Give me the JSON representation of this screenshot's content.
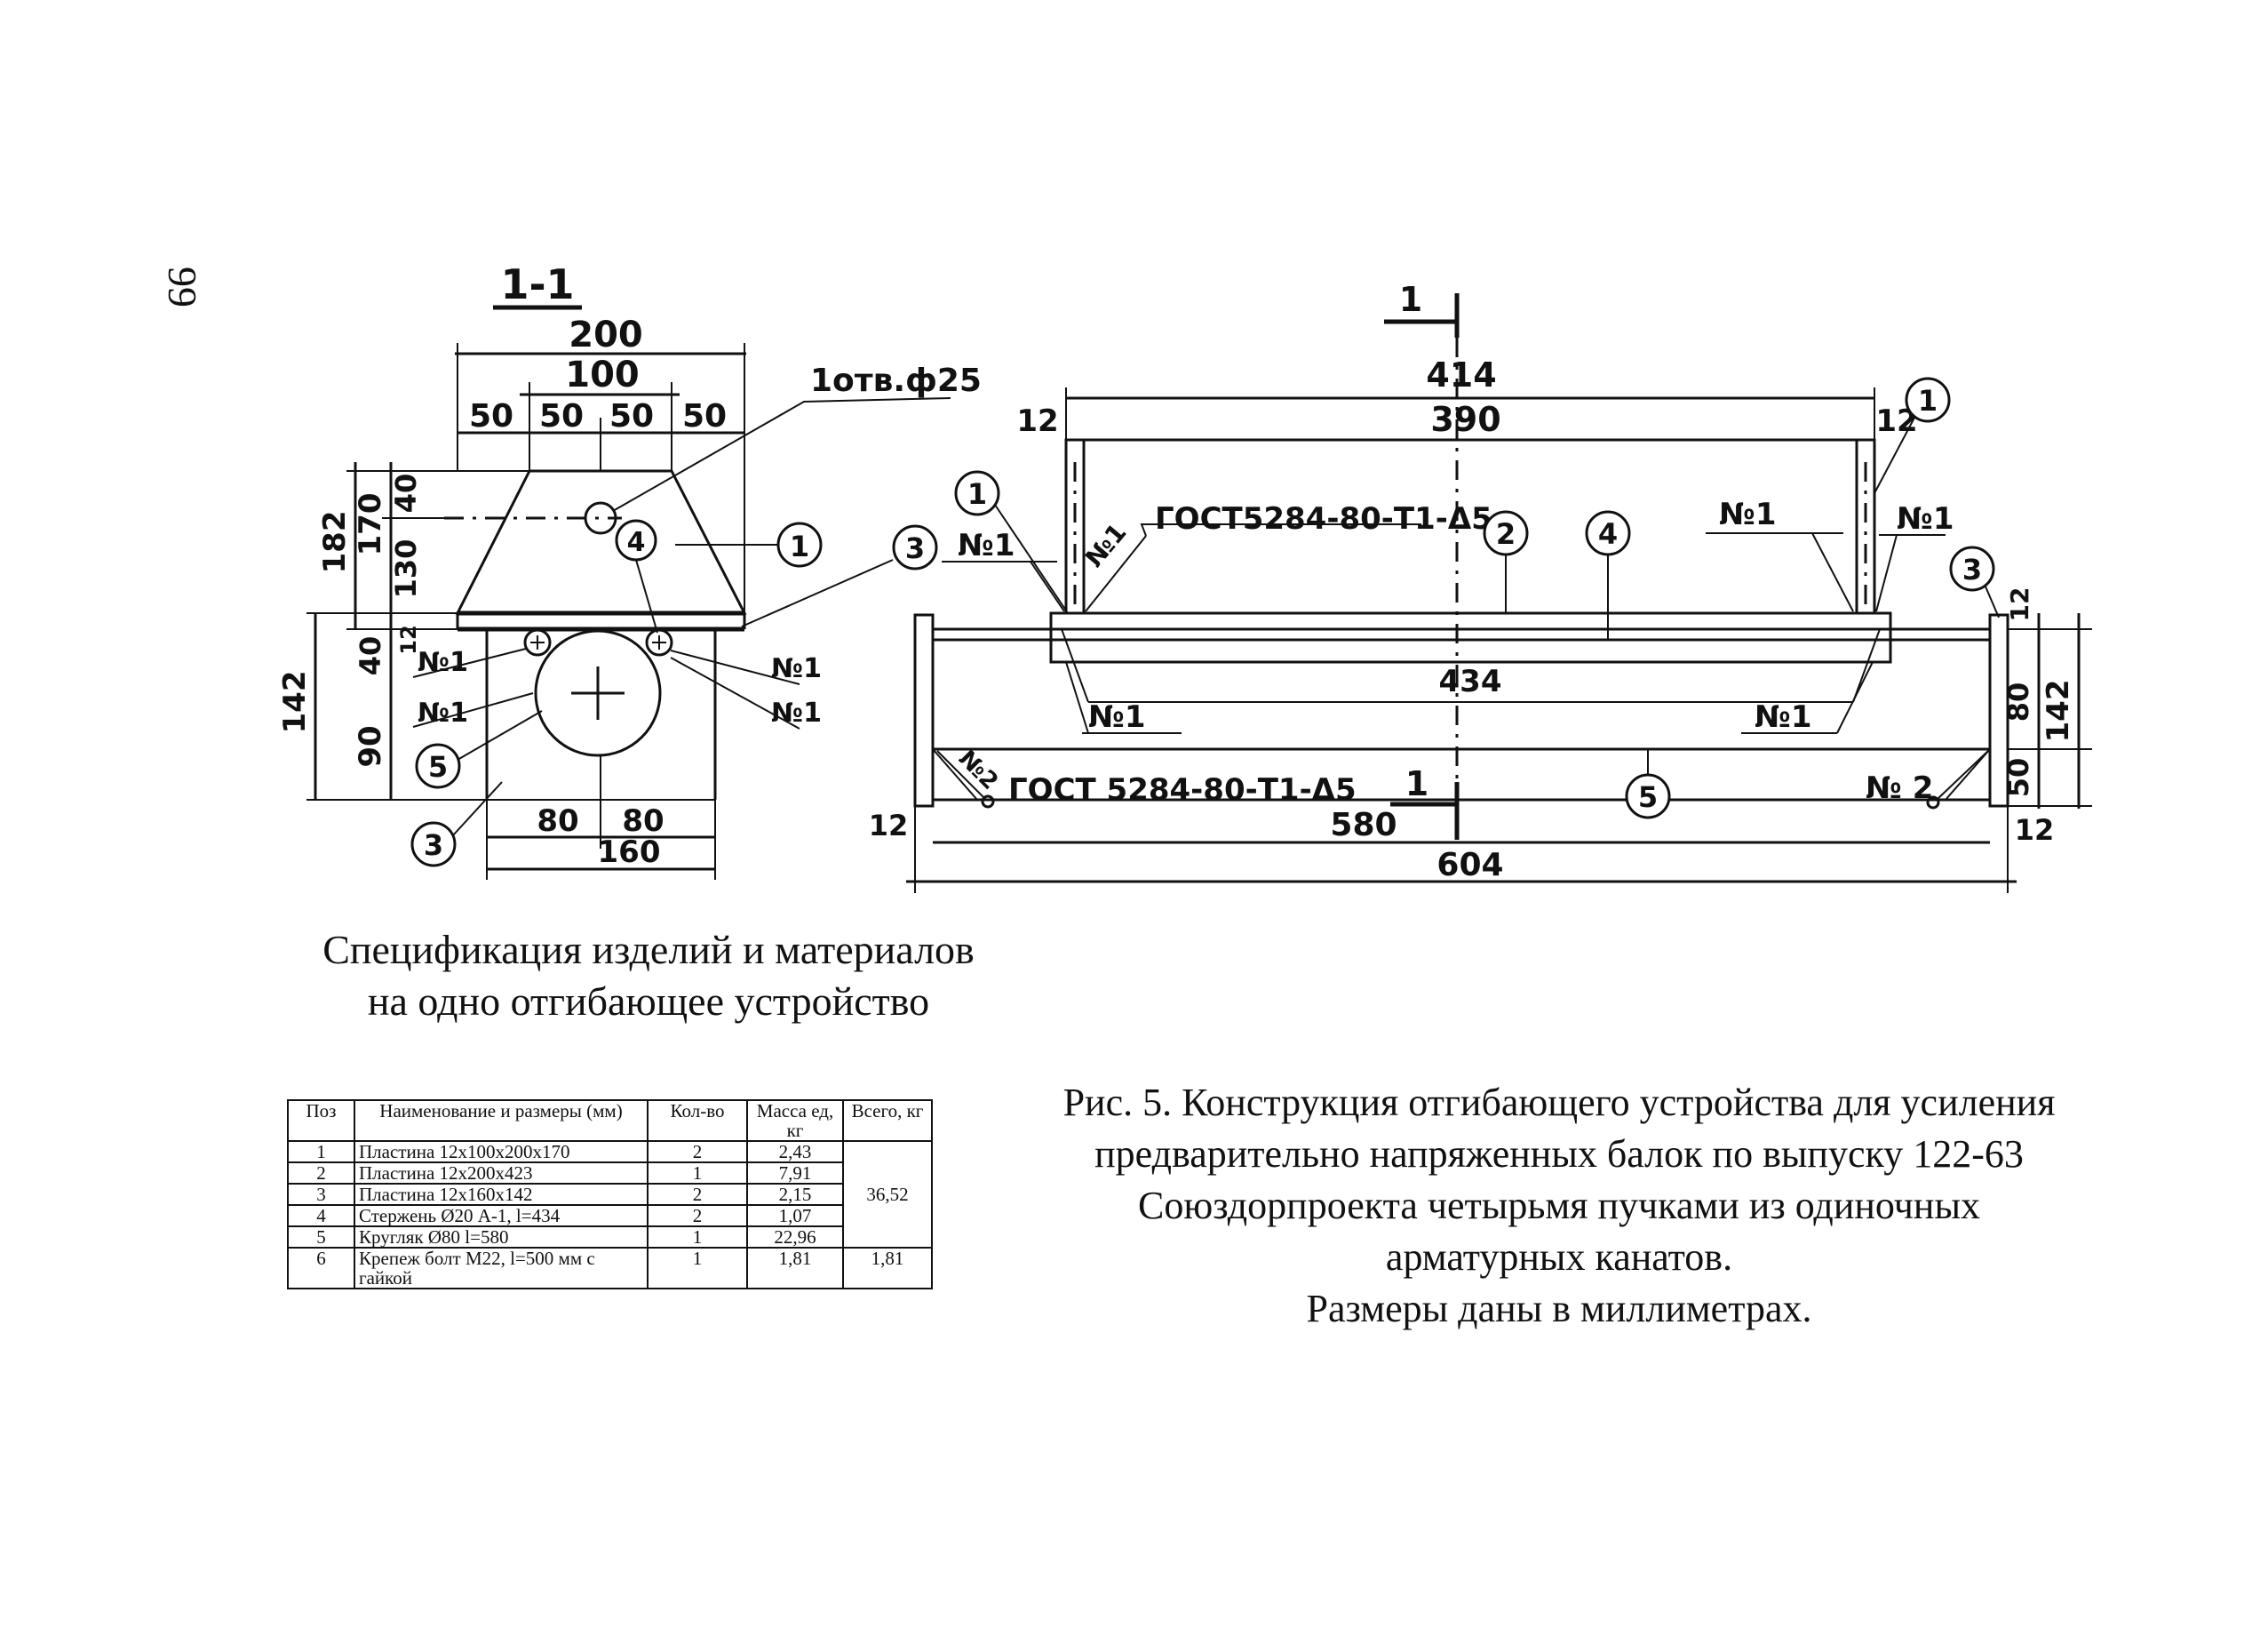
{
  "page_number": "99",
  "drawing": {
    "section_mark": "1-1",
    "dims": {
      "d200": "200",
      "d100": "100",
      "d50a": "50",
      "d50b": "50",
      "d50c": "50",
      "d50d": "50",
      "d182": "182",
      "d170": "170",
      "d40a": "40",
      "d130": "130",
      "d40b": "40",
      "d12a": "12",
      "d142a": "142",
      "d90": "90",
      "d80a": "80",
      "d80b": "80",
      "d160": "160",
      "d414": "414",
      "d390": "390",
      "d12b": "12",
      "d12c": "12",
      "d434": "434",
      "d580": "580",
      "d604": "604",
      "d12d": "12",
      "d12e": "12",
      "d80c": "80",
      "d142b": "142",
      "d50e": "50",
      "d12f": "12"
    },
    "hole_note": "1отв.ф25",
    "weld_note_top": "ГОСТ5284-80-Т1-Δ5",
    "weld_note_bottom": "ГОСТ 5284-80-Т1-Δ5",
    "weld_n1": "№1",
    "weld_n2": "№2",
    "weld_n2b": "№ 2",
    "section_cut": "1",
    "pos": {
      "p1": "1",
      "p2": "2",
      "p3": "3",
      "p4": "4",
      "p5": "5"
    }
  },
  "spec": {
    "title_line1": "Спецификация изделий и материалов",
    "title_line2": "на одно отгибающее устройство",
    "headers": {
      "pos": "Поз",
      "name": "Наименование и размеры (мм)",
      "qty": "Кол-во",
      "mass": "Масса ед, кг",
      "total": "Всего, кг"
    },
    "rows": [
      {
        "pos": "1",
        "name": "Пластина 12х100х200х170",
        "qty": "2",
        "mass": "2,43"
      },
      {
        "pos": "2",
        "name": "Пластина 12х200х423",
        "qty": "1",
        "mass": "7,91"
      },
      {
        "pos": "3",
        "name": "Пластина 12х160х142",
        "qty": "2",
        "mass": "2,15"
      },
      {
        "pos": "4",
        "name": "Стержень Ø20 А-1, l=434",
        "qty": "2",
        "mass": "1,07"
      },
      {
        "pos": "5",
        "name": "Кругляк Ø80 l=580",
        "qty": "1",
        "mass": "22,96"
      },
      {
        "pos": "6",
        "name": "Крепеж болт М22, l=500 мм с гайкой",
        "qty": "1",
        "mass": "1,81",
        "total": "1,81"
      }
    ],
    "group_total": "36,52"
  },
  "caption": {
    "line1": "Рис. 5. Конструкция отгибающего устройства для усиления",
    "line2": "предварительно напряженных балок по выпуску 122-63",
    "line3": "Союздорпроекта четырьмя пучками из одиночных",
    "line4": "арматурных канатов.",
    "line5": "Размеры даны в миллиметрах."
  }
}
